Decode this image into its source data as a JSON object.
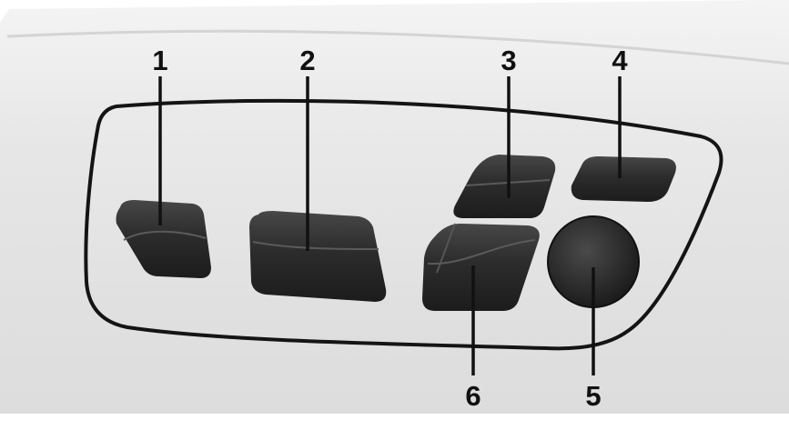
{
  "callouts": [
    {
      "label": "1",
      "name": "switch-1"
    },
    {
      "label": "2",
      "name": "switch-2"
    },
    {
      "label": "3",
      "name": "switch-3"
    },
    {
      "label": "4",
      "name": "switch-4"
    },
    {
      "label": "5",
      "name": "knob-5"
    },
    {
      "label": "6",
      "name": "switch-6"
    }
  ],
  "colors": {
    "background": "#ffffff",
    "trim": "#e9e9e9",
    "panel": "#e4e4e4",
    "panel_outline": "#141414",
    "button": "#2b2b2b",
    "line": "#111111"
  }
}
